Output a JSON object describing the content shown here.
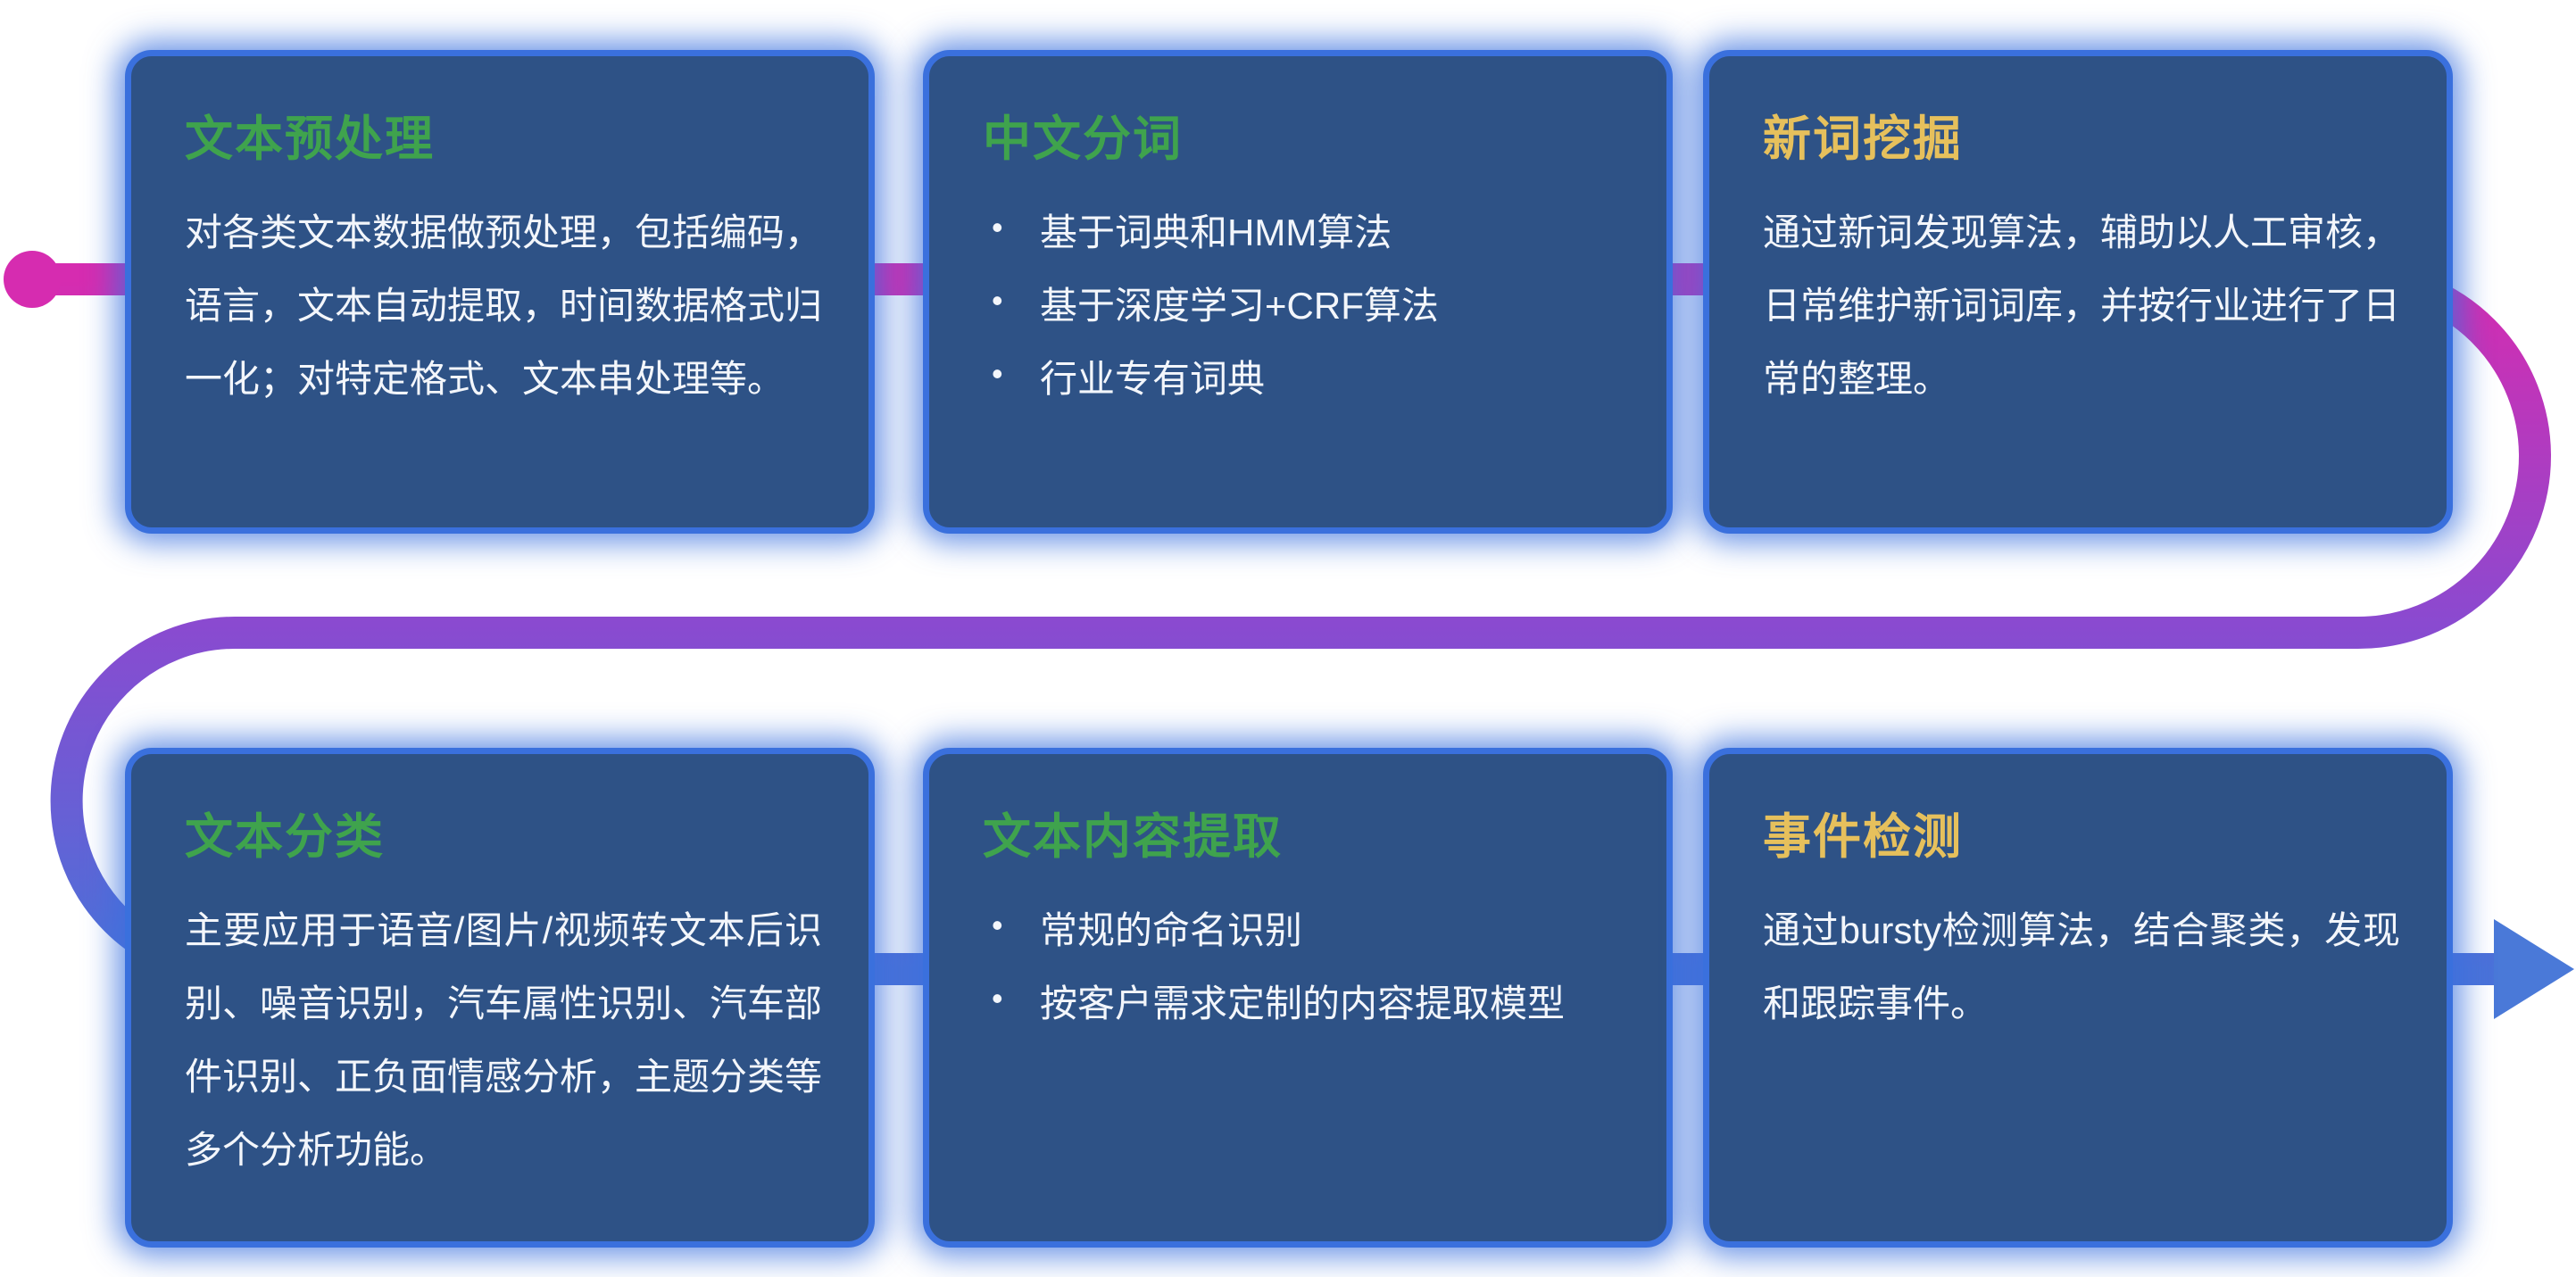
{
  "colors": {
    "card_bg": "#2e5286",
    "card_glow": "#3a70dd",
    "title_green": "#3fa34d",
    "title_yellow": "#e6c05c",
    "body_text": "#f3f6fb",
    "flow_start": "#d62cb0",
    "flow_mid": "#8a4ad0",
    "flow_end": "#4a72d9"
  },
  "cards": [
    {
      "title": "文本预处理",
      "body": "对各类文本数据做预处理，包括编码，语言，文本自动提取，时间数据格式归一化；对特定格式、文本串处理等。"
    },
    {
      "title": "中文分词",
      "bullets": [
        "基于词典和HMM算法",
        "基于深度学习+CRF算法",
        "行业专有词典"
      ]
    },
    {
      "title": "新词挖掘",
      "body": "通过新词发现算法，辅助以人工审核，日常维护新词词库，并按行业进行了日常的整理。"
    },
    {
      "title": "文本分类",
      "body": "主要应用于语音/图片/视频转文本后识别、噪音识别，汽车属性识别、汽车部件识别、正负面情感分析，主题分类等多个分析功能。"
    },
    {
      "title": "文本内容提取",
      "bullets": [
        "常规的命名识别",
        "按客户需求定制的内容提取模型"
      ]
    },
    {
      "title": "事件检测",
      "body": "通过bursty检测算法，结合聚类，发现和跟踪事件。"
    }
  ]
}
